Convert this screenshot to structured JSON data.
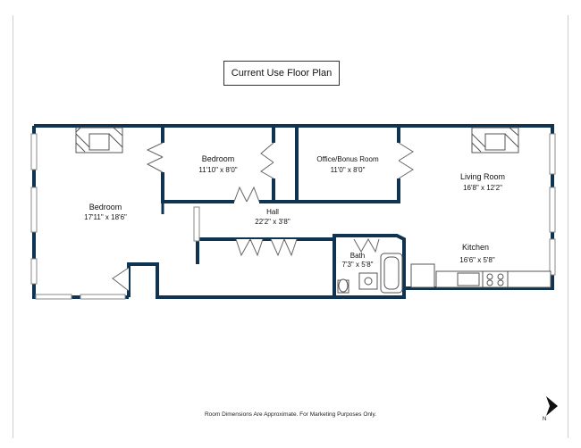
{
  "plan": {
    "title": "Current Use Floor Plan",
    "disclaimer": "Room Dimensions Are Approximate. For Marketing Purposes Only.",
    "compass_label": "N",
    "wall_color": "#0f3350",
    "rooms": {
      "bedroom_main": {
        "name": "Bedroom",
        "dims": "17'11\" x 18'6\""
      },
      "bedroom_small": {
        "name": "Bedroom",
        "dims": "11'10\" x 8'0\""
      },
      "office": {
        "name": "Office/Bonus Room",
        "dims": "11'0\" x 8'0\""
      },
      "living": {
        "name": "Living Room",
        "dims": "16'8\" x 12'2\""
      },
      "hall": {
        "name": "Hall",
        "dims": "22'2\" x 3'8\""
      },
      "bath": {
        "name": "Bath",
        "dims": "7'3\" x 5'8\""
      },
      "kitchen": {
        "name": "Kitchen",
        "dims": "16'6\" x 5'8\""
      }
    }
  }
}
